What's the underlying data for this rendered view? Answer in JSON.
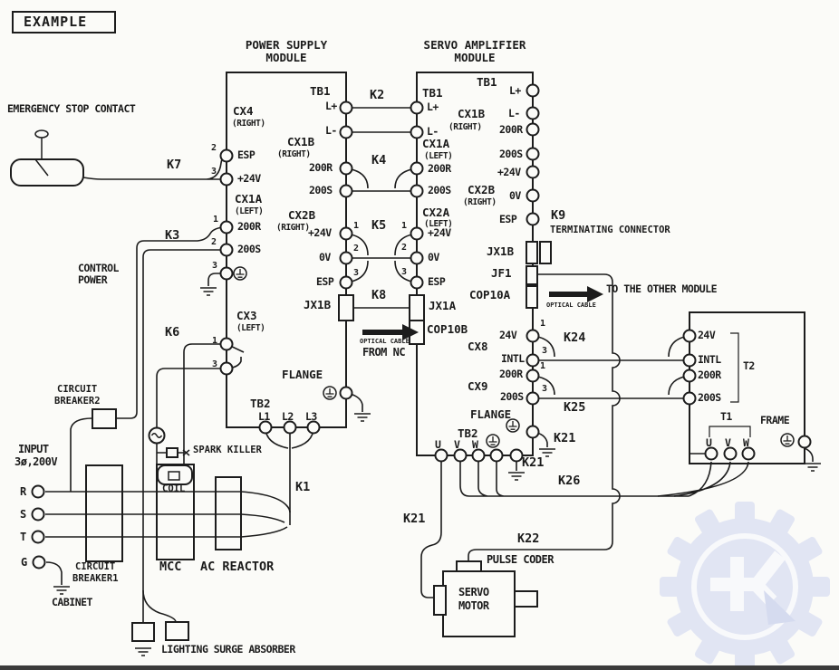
{
  "example_label": "EXAMPLE",
  "common": {
    "n1": "1",
    "n2": "2",
    "n3": "3",
    "esp": "ESP",
    "v24": "+24V",
    "v24b": "24V",
    "v0": "0V",
    "r200": "200R",
    "s200": "200S",
    "lp": "L+",
    "lm": "L-",
    "tb1": "TB1",
    "tb2": "TB2",
    "u": "U",
    "v": "V",
    "w": "W",
    "intl": "INTL",
    "flange": "FLANGE",
    "right": "(RIGHT)",
    "left": "(LEFT)"
  },
  "cables": {
    "k1": "K1",
    "k2": "K2",
    "k3": "K3",
    "k4": "K4",
    "k5": "K5",
    "k6": "K6",
    "k7": "K7",
    "k8": "K8",
    "k9": "K9",
    "k21": "K21",
    "k22": "K22",
    "k24": "K24",
    "k25": "K25",
    "k26": "K26"
  },
  "psm": {
    "title1": "POWER SUPPLY",
    "title2": "MODULE",
    "cx4": "CX4",
    "cx1b": "CX1B",
    "cx1a": "CX1A",
    "cx2b": "CX2B",
    "cx3": "CX3",
    "jx1b": "JX1B",
    "l1": "L1",
    "l2": "L2",
    "l3": "L3"
  },
  "sam": {
    "title1": "SERVO AMPLIFIER",
    "title2": "MODULE",
    "cx1b": "CX1B",
    "cx1a": "CX1A",
    "cx2a": "CX2A",
    "cx2b": "CX2B",
    "jx1a": "JX1A",
    "cop10b": "COP10B",
    "jx1b": "JX1B",
    "jf1": "JF1",
    "cop10a": "COP10A",
    "cx8": "CX8",
    "cx9": "CX9"
  },
  "left_side": {
    "emergency": "EMERGENCY STOP CONTACT",
    "control1": "CONTROL",
    "control2": "POWER",
    "cb2_1": "CIRCUIT",
    "cb2_2": "BREAKER2",
    "input1": "INPUT",
    "input2": "3ø,200V",
    "r": "R",
    "s": "S",
    "t": "T",
    "g": "G",
    "cb1_1": "CIRCUIT",
    "cb1_2": "BREAKER1",
    "cabinet": "CABINET",
    "mcc": "MCC",
    "reactor": "AC REACTOR",
    "coil": "COIL",
    "spark": "SPARK KILLER",
    "surge": "LIGHTING SURGE ABSORBER"
  },
  "right_side": {
    "k9_desc": "TERMINATING CONNECTOR",
    "to_other": "TO THE OTHER MODULE",
    "optical": "OPTICAL CABLE",
    "from_nc": "FROM NC",
    "t2": "T2",
    "t1": "T1",
    "frame": "FRAME",
    "pulse_coder": "PULSE CODER",
    "servo1": "SERVO",
    "servo2": "MOTOR"
  }
}
